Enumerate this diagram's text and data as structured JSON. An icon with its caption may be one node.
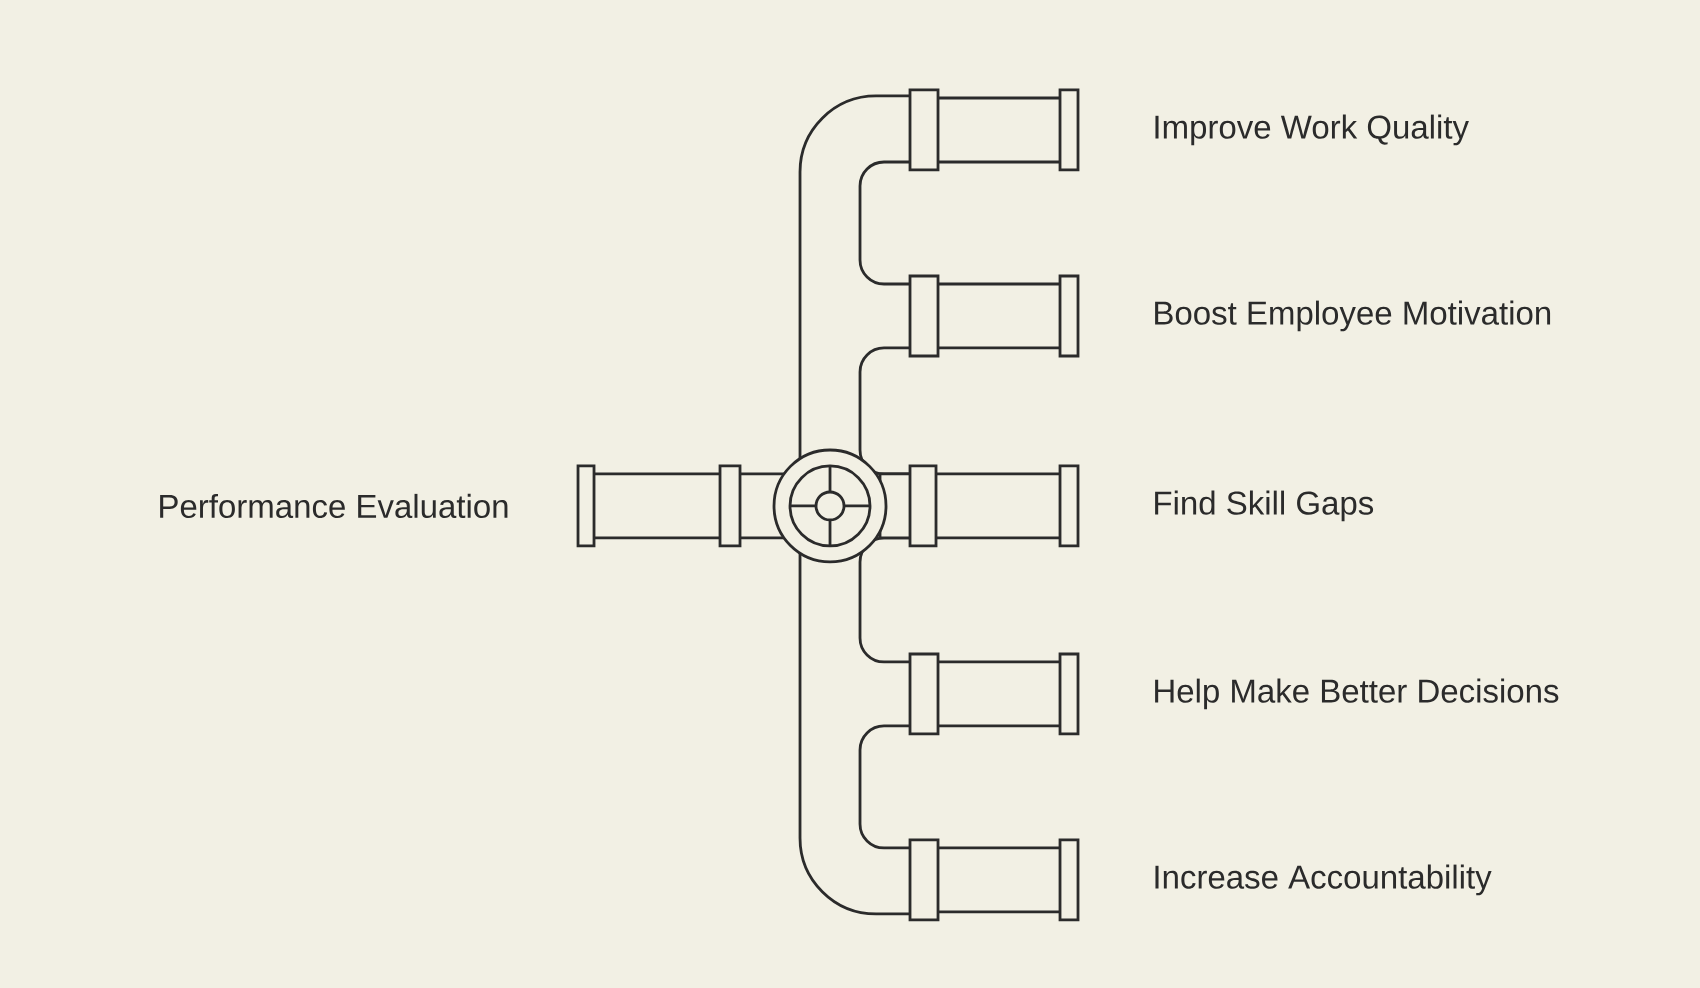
{
  "diagram": {
    "labels": [
      "Improve Work Quality",
      "Boost Employee Motivation",
      "Performance Evaluation",
      "Find Skill Gaps",
      "Help Make Better Decisions",
      "Increase Accountability"
    ]
  }
}
